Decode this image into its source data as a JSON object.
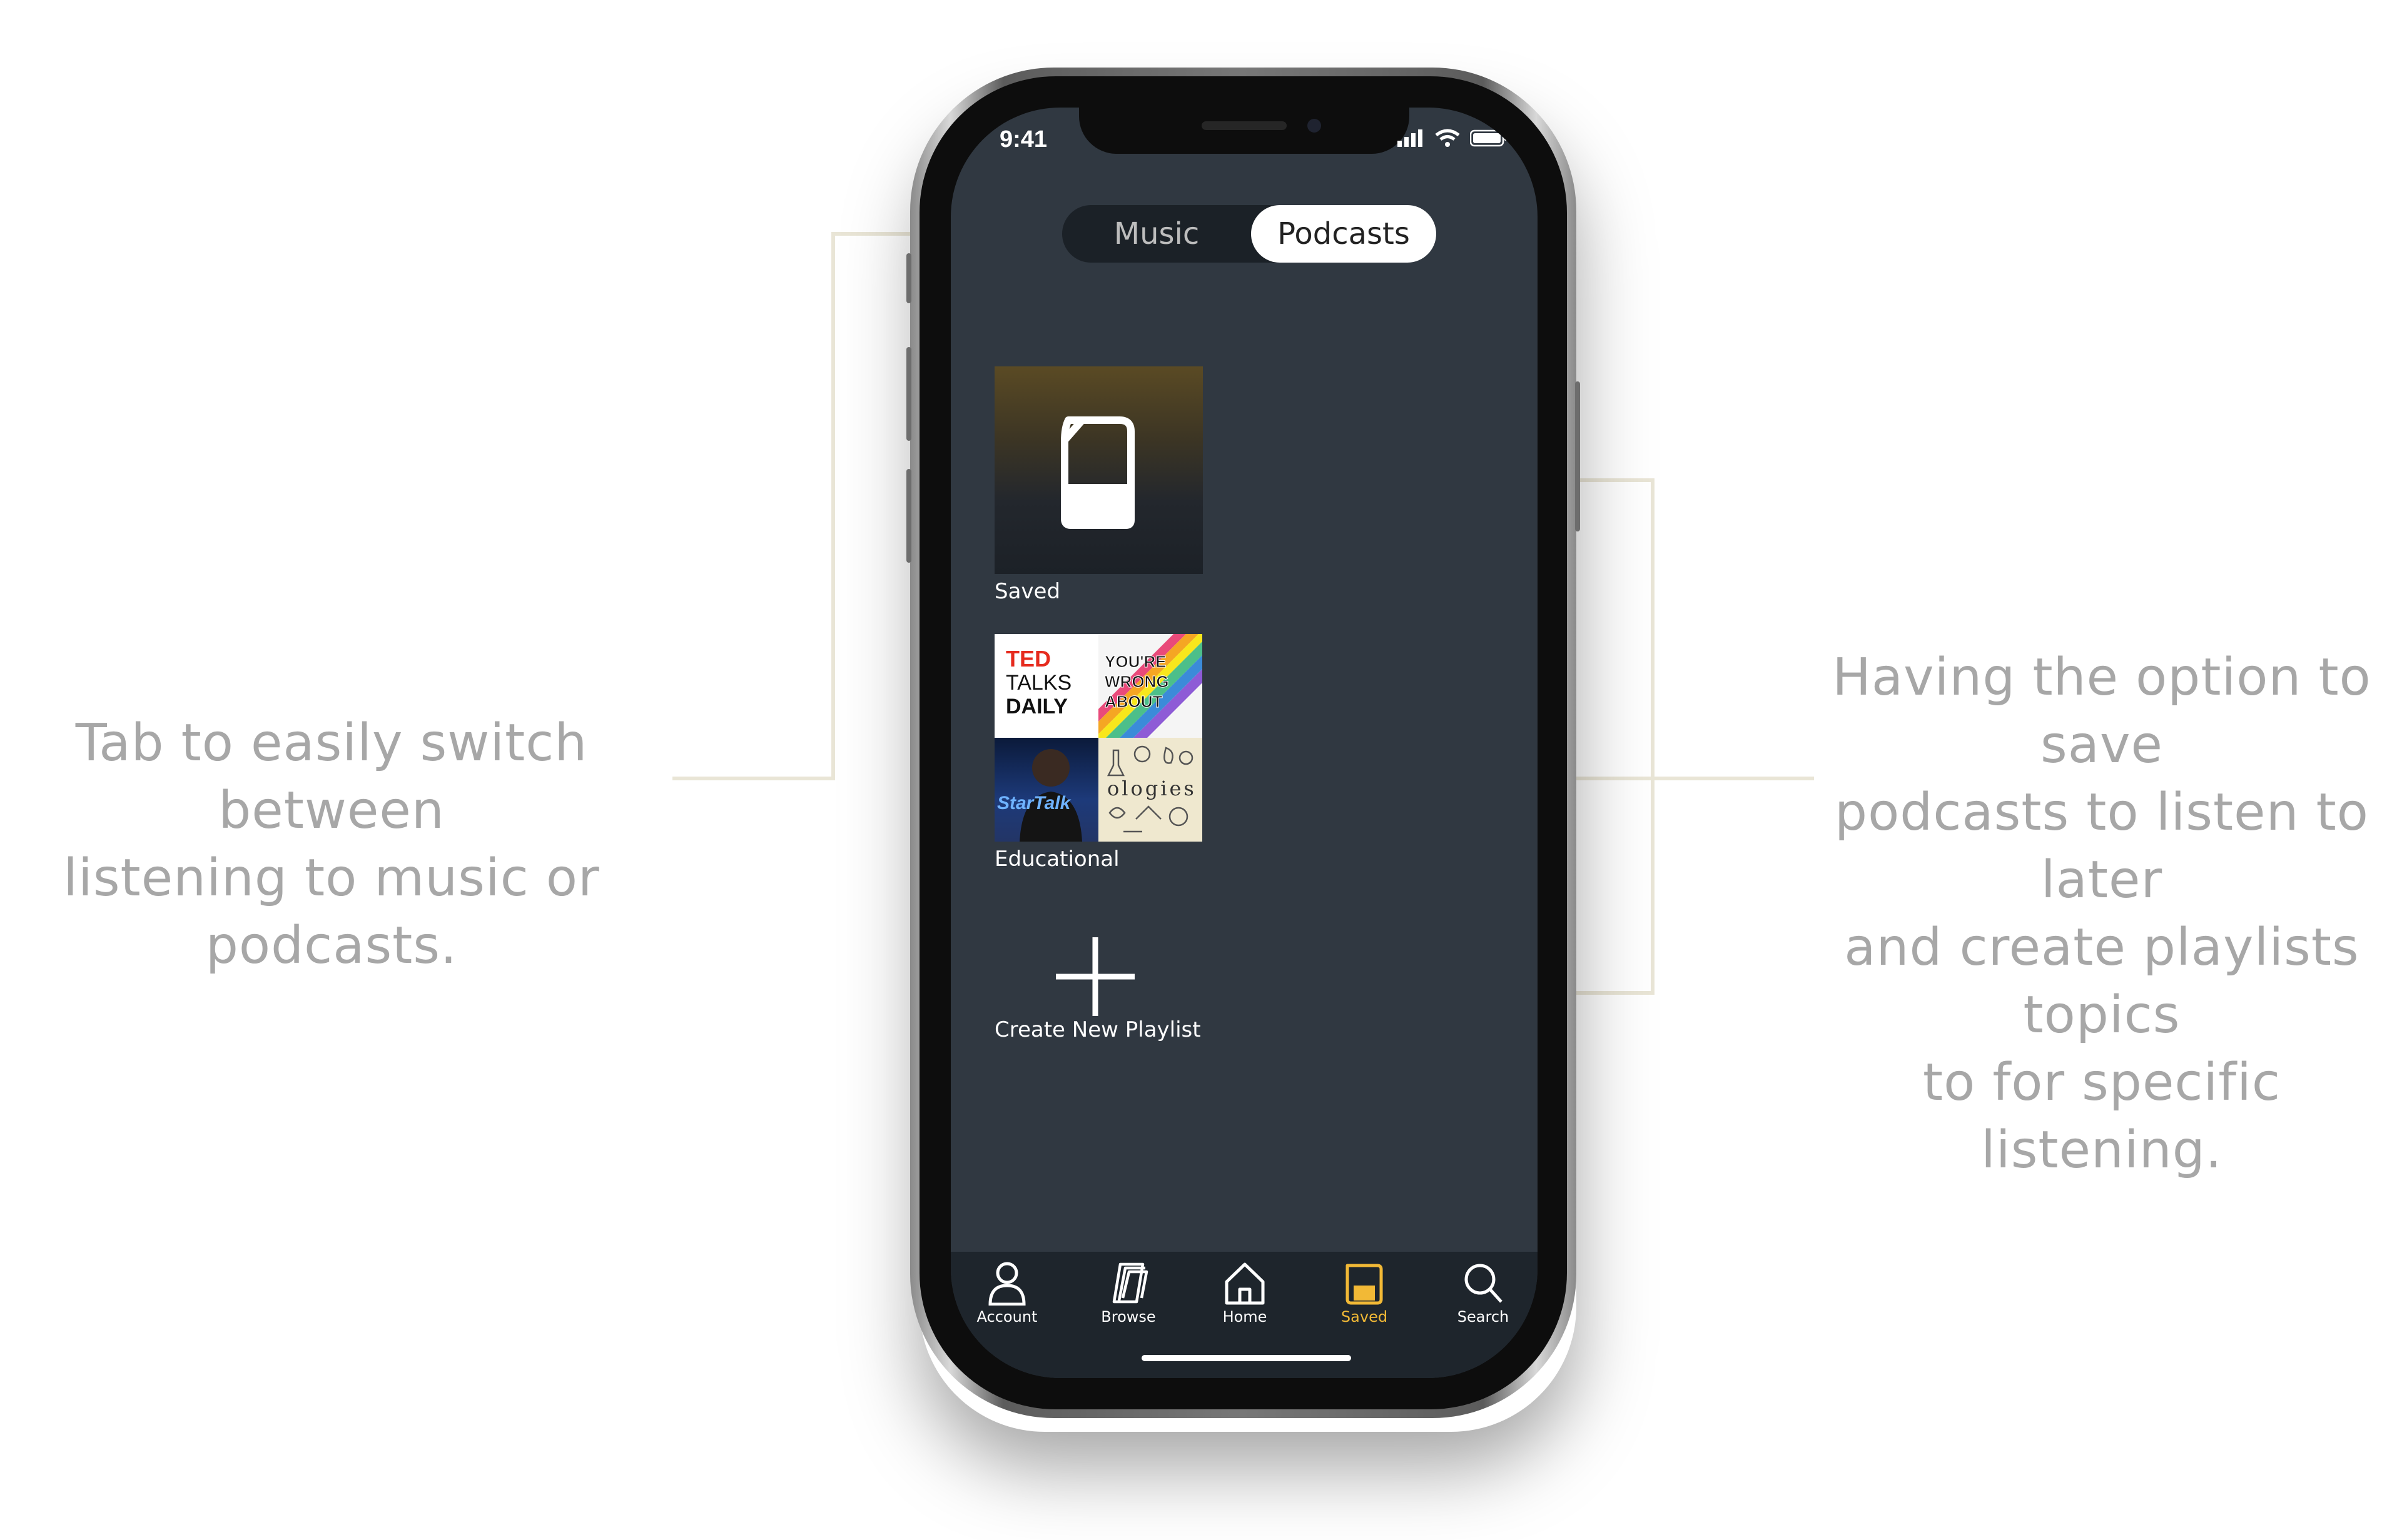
{
  "annotations": {
    "left_line1": "Tab to easily switch between",
    "left_line2": "listening to music or podcasts.",
    "right_line1": "Having the option to save",
    "right_line2": "podcasts to listen to later",
    "right_line3": "and create playlists topics",
    "right_line4": "to for specific listening."
  },
  "status_bar": {
    "time": "9:41"
  },
  "tabs": [
    {
      "label": "Music",
      "selected": false
    },
    {
      "label": "Podcasts",
      "selected": true
    }
  ],
  "tiles": {
    "saved_label": "Saved",
    "educational_label": "Educational",
    "create_label": "Create New Playlist",
    "covers": {
      "ted_line1": "TED",
      "ted_line2": "TALKS",
      "ted_line3": "DAILY",
      "ywa_line1": "YOU'RE",
      "ywa_line2": "WRONG",
      "ywa_line3": "ABOUT",
      "startalk": "StarTalk",
      "ologies": "ologies"
    }
  },
  "bottom_nav": [
    {
      "label": "Account",
      "icon": "person-icon"
    },
    {
      "label": "Browse",
      "icon": "books-icon"
    },
    {
      "label": "Home",
      "icon": "home-icon"
    },
    {
      "label": "Saved",
      "icon": "saved-icon",
      "active": true
    },
    {
      "label": "Search",
      "icon": "magnifier-icon"
    }
  ],
  "colors": {
    "screen_bg": "#303841",
    "nav_bg": "#1e252c",
    "accent": "#f2b936",
    "annotation_text": "#a7a7a7",
    "connector_line": "#e9e5d6"
  }
}
